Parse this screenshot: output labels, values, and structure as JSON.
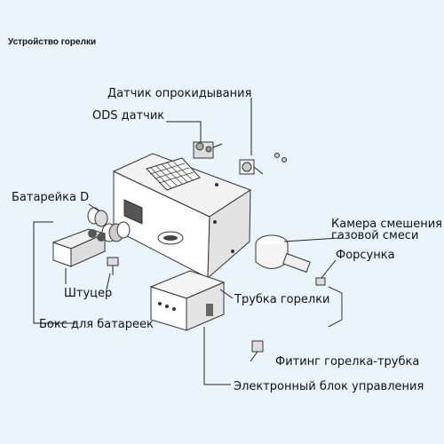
{
  "title": "Устройство горелки",
  "labels": {
    "tilt_sensor": "Датчик опрокидывания",
    "ods_sensor": "ODS датчик",
    "battery_d": "Батарейка D",
    "mixing_chamber_line1": "Камера смешения",
    "mixing_chamber_line2": "газовой смеси",
    "nozzle": "Форсунка",
    "fitting": "Штуцер",
    "burner_tube": "Трубка горелки",
    "battery_box": "Бокс для батареек",
    "burner_tube_fitting": "Фитинг горелка-трубка",
    "control_unit": "Электронный блок управления"
  }
}
